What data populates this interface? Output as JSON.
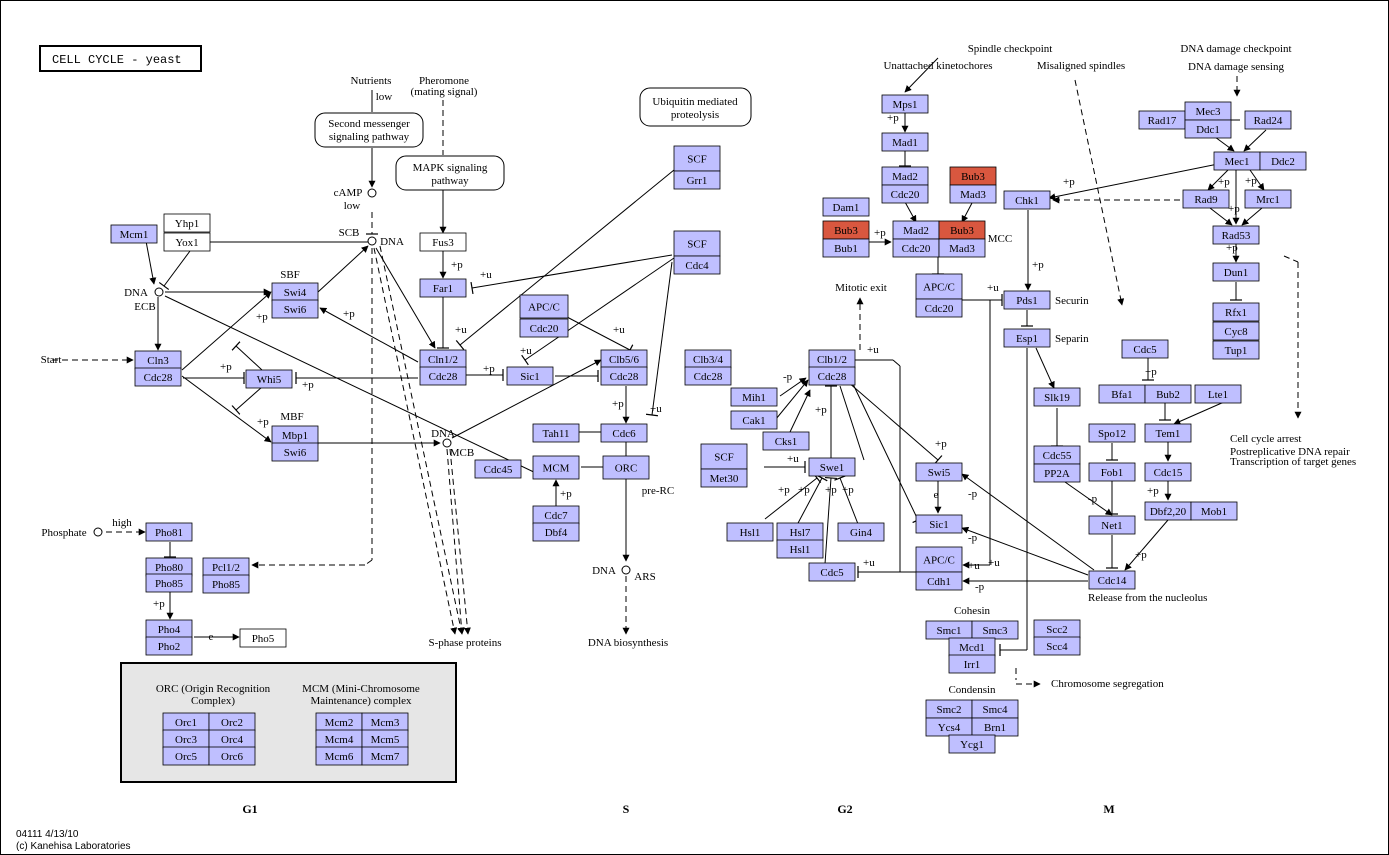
{
  "title": "CELL CYCLE - yeast",
  "footer": {
    "id_date": "04111 4/13/10",
    "copyright": "(c) Kanehisa Laboratories"
  },
  "phases": [
    "G1",
    "S",
    "G2",
    "M"
  ],
  "colors": {
    "gene_fill": "#bfbfff",
    "highlight_fill": "#d9573f",
    "plain_fill": "#ffffff",
    "legend_bg": "#e6e6e6",
    "line": "#000000"
  },
  "genes": {
    "mcm1": "Mcm1",
    "yhp1": "Yhp1",
    "yox1": "Yox1",
    "swi4": "Swi4",
    "swi6a": "Swi6",
    "cln3": "Cln3",
    "cdc28a": "Cdc28",
    "whi5": "Whi5",
    "mbp1": "Mbp1",
    "swi6b": "Swi6",
    "fus3": "Fus3",
    "far1": "Far1",
    "cln12": "Cln1/2",
    "cdc28b": "Cdc28",
    "apcc1": "APC/C",
    "cdc20a": "Cdc20",
    "sic1a": "Sic1",
    "scf1": "SCF",
    "grr1": "Grr1",
    "scf2": "SCF",
    "cdc4": "Cdc4",
    "clb56": "Clb5/6",
    "cdc28c": "Cdc28",
    "tah11": "Tah11",
    "cdc6": "Cdc6",
    "cdc45": "Cdc45",
    "mcm": "MCM",
    "orc": "ORC",
    "cdc7": "Cdc7",
    "dbf4": "Dbf4",
    "pho81": "Pho81",
    "pho80": "Pho80",
    "pho85a": "Pho85",
    "pcl12": "Pcl1/2",
    "pho85b": "Pho85",
    "pho4": "Pho4",
    "pho2": "Pho2",
    "pho5": "Pho5",
    "clb34": "Clb3/4",
    "cdc28d": "Cdc28",
    "mih1": "Mih1",
    "cak1": "Cak1",
    "clb12": "Clb1/2",
    "cdc28e": "Cdc28",
    "cks1": "Cks1",
    "scf3": "SCF",
    "met30": "Met30",
    "swe1": "Swe1",
    "hsl1": "Hsl1",
    "hsl7": "Hsl7",
    "hsl1b": "Hsl1",
    "gin4": "Gin4",
    "cdc5a": "Cdc5",
    "mps1": "Mps1",
    "mad1": "Mad1",
    "mad2a": "Mad2",
    "cdc20b": "Cdc20",
    "bub3a": "Bub3",
    "mad3a": "Mad3",
    "dam1": "Dam1",
    "bub3b": "Bub3",
    "bub1": "Bub1",
    "mad2b": "Mad2",
    "bub3c": "Bub3",
    "cdc20c": "Cdc20",
    "mad3b": "Mad3",
    "apcc2": "APC/C",
    "cdc20d": "Cdc20",
    "swi5": "Swi5",
    "sic1b": "Sic1",
    "apcc3": "APC/C",
    "cdh1": "Cdh1",
    "pds1": "Pds1",
    "esp1": "Esp1",
    "chk1": "Chk1",
    "rad17": "Rad17",
    "mec3": "Mec3",
    "ddc1": "Ddc1",
    "rad24": "Rad24",
    "mec1": "Mec1",
    "ddc2": "Ddc2",
    "rad9": "Rad9",
    "mrc1": "Mrc1",
    "rad53": "Rad53",
    "dun1": "Dun1",
    "rfx1": "Rfx1",
    "cyc8": "Cyc8",
    "tup1": "Tup1",
    "slk19": "Slk19",
    "cdc55": "Cdc55",
    "pp2a": "PP2A",
    "spo12": "Spo12",
    "fob1": "Fob1",
    "net1": "Net1",
    "cdc14": "Cdc14",
    "cdc5b": "Cdc5",
    "bfa1": "Bfa1",
    "bub2": "Bub2",
    "lte1": "Lte1",
    "tem1": "Tem1",
    "cdc15": "Cdc15",
    "dbf220": "Dbf2,20",
    "mob1": "Mob1",
    "smc1": "Smc1",
    "smc3": "Smc3",
    "mcd1": "Mcd1",
    "irr1": "Irr1",
    "scc2": "Scc2",
    "scc4": "Scc4",
    "smc2": "Smc2",
    "smc4": "Smc4",
    "ycs4": "Ycs4",
    "brn1": "Brn1",
    "ycg1": "Ycg1",
    "orc1": "Orc1",
    "orc2": "Orc2",
    "orc3": "Orc3",
    "orc4": "Orc4",
    "orc5": "Orc5",
    "orc6": "Orc6",
    "mcm2": "Mcm2",
    "mcm3": "Mcm3",
    "mcm4": "Mcm4",
    "mcm5": "Mcm5",
    "mcm6": "Mcm6",
    "mcm7": "Mcm7"
  },
  "highlighted_genes": [
    "bub3a",
    "bub3b",
    "bub3c"
  ],
  "plain_genes": [
    "yhp1",
    "yox1",
    "fus3",
    "pho5"
  ],
  "maps": {
    "second_messenger_1": "Second messenger",
    "second_messenger_2": "signaling pathway",
    "mapk_1": "MAPK signaling",
    "mapk_2": "pathway",
    "ubiquitin_1": "Ubiquitin mediated",
    "ubiquitin_2": "proteolysis"
  },
  "legend": {
    "orc_title_1": "ORC (Origin Recognition",
    "orc_title_2": "Complex)",
    "mcm_title_1": "MCM (Mini-Chromosome",
    "mcm_title_2": "Maintenance) complex"
  },
  "labels": {
    "nutrients": "Nutrients",
    "low1": "low",
    "pheromone": "Pheromone",
    "mating_signal": "(mating signal)",
    "camp": "cAMP",
    "low2": "low",
    "scb": "SCB",
    "dna1": "DNA",
    "dna2": "DNA",
    "ecb": "ECB",
    "sbf": "SBF",
    "start": "Start",
    "mbf": "MBF",
    "dna3": "DNA",
    "mcb": "MCB",
    "phosphate": "Phosphate",
    "high": "high",
    "s_phase_proteins": "S-phase proteins",
    "pre_rc": "pre-RC",
    "dna4": "DNA",
    "ars": "ARS",
    "dna_biosynthesis": "DNA biosynthesis",
    "mitotic_exit": "Mitotic exit",
    "spindle_checkpoint": "Spindle checkpoint",
    "unattached": "Unattached kinetochores",
    "misaligned": "Misaligned spindles",
    "mcc": "MCC",
    "dna_damage_checkpoint": "DNA damage checkpoint",
    "dna_damage_sensing": "DNA damage sensing",
    "securin": "Securin",
    "separin": "Separin",
    "cohesin": "Cohesin",
    "condensin": "Condensin",
    "chromosome_segregation": "Chromosome segregation",
    "release_nucleolus": "Release from the nucleolus",
    "arrest_1": "Cell cycle arrest",
    "arrest_2": "Postreplicative DNA repair",
    "arrest_3": "Transcription of target genes",
    "e1": "e",
    "e2": "e"
  },
  "edge_marks": {
    "p1": "+p",
    "p2": "+p",
    "p3": "+p",
    "p4": "+p",
    "p5": "+p",
    "p6": "+p",
    "p7": "+p",
    "p8": "+p",
    "p9": "+p",
    "p10": "+p",
    "p11": "+p",
    "p12": "+p",
    "p13": "+p",
    "p14": "+p",
    "p15": "+p",
    "p16": "+p",
    "p17": "+p",
    "p18": "+p",
    "p19": "+p",
    "p20": "+p",
    "p21": "+p",
    "p22": "+p",
    "p23": "+p",
    "p24": "+p",
    "p25": "+p",
    "p26": "+p",
    "p27": "+p",
    "p28": "+p",
    "p29": "+p",
    "p30": "+p",
    "p31": "+p",
    "u1": "+u",
    "u2": "+u",
    "u3": "+u",
    "u4": "+u",
    "u5": "+u",
    "u6": "+u",
    "u7": "+u",
    "u8": "+u",
    "u9": "+u",
    "u10": "+u",
    "u11": "+u",
    "m1": "-p",
    "m2": "-p",
    "m3": "-p",
    "m4": "-p",
    "m5": "-p"
  }
}
